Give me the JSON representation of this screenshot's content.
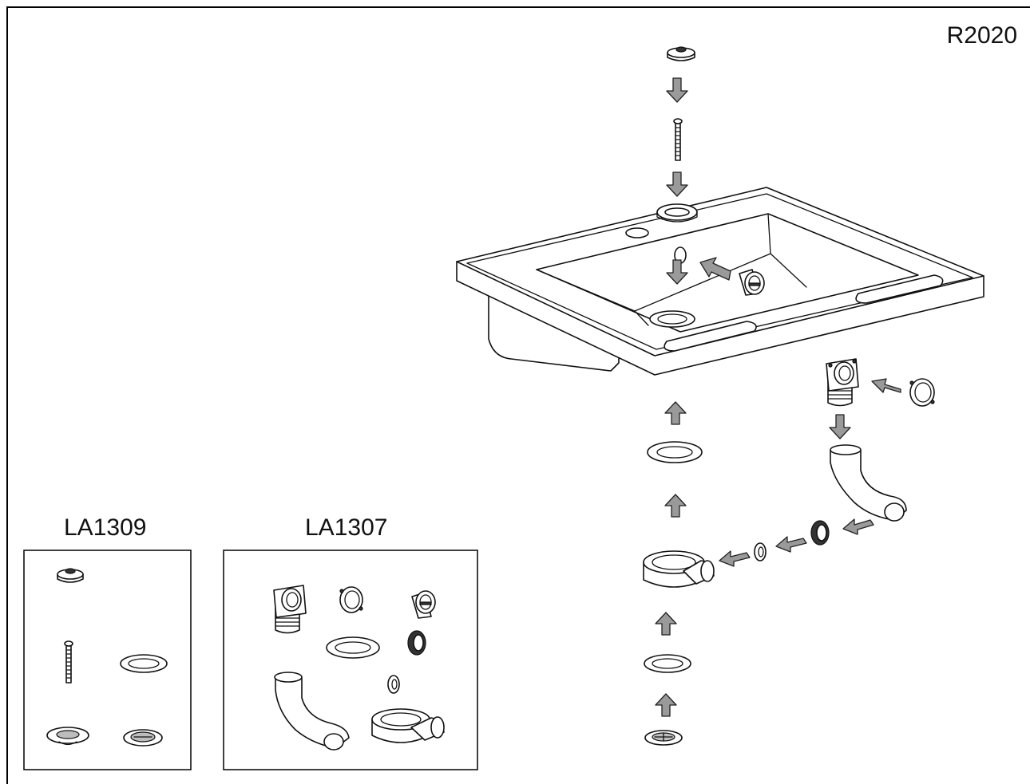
{
  "diagram": {
    "model_code": "R2020",
    "kits": [
      {
        "code": "LA1309"
      },
      {
        "code": "LA1307"
      }
    ]
  },
  "colors": {
    "line": "#111111",
    "arrow_fill": "#9a9a9a",
    "background": "#ffffff"
  }
}
